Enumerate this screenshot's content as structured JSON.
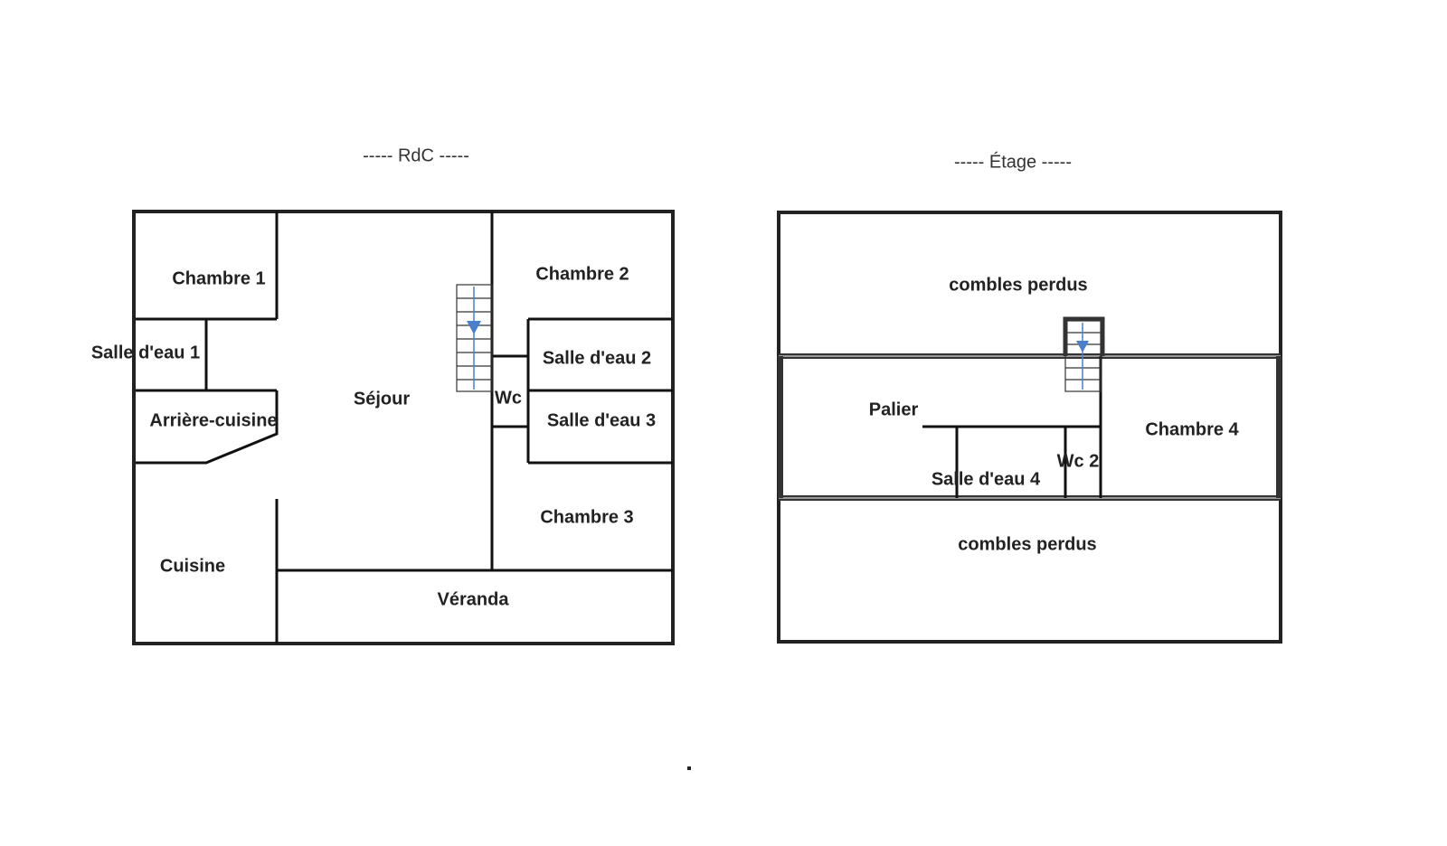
{
  "plans": {
    "ground": {
      "title": "-----  RdC  -----",
      "rooms": {
        "chambre1": "Chambre 1",
        "salle_eau1": "Salle d'eau 1",
        "arriere_cuisine": "Arrière-cuisine",
        "cuisine": "Cuisine",
        "sejour": "Séjour",
        "veranda": "Véranda",
        "chambre2": "Chambre 2",
        "salle_eau2": "Salle d'eau 2",
        "wc": "Wc",
        "salle_eau3": "Salle d'eau 3",
        "chambre3": "Chambre 3"
      }
    },
    "upper": {
      "title": "-----  Étage  -----",
      "rooms": {
        "combles_top": "combles perdus",
        "palier": "Palier",
        "salle_eau4": "Salle d'eau 4",
        "wc2": "Wc 2",
        "chambre4": "Chambre 4",
        "combles_bottom": "combles perdus"
      }
    }
  },
  "colors": {
    "walls": "#111111",
    "stair_arrow": "#4a7fd0"
  }
}
